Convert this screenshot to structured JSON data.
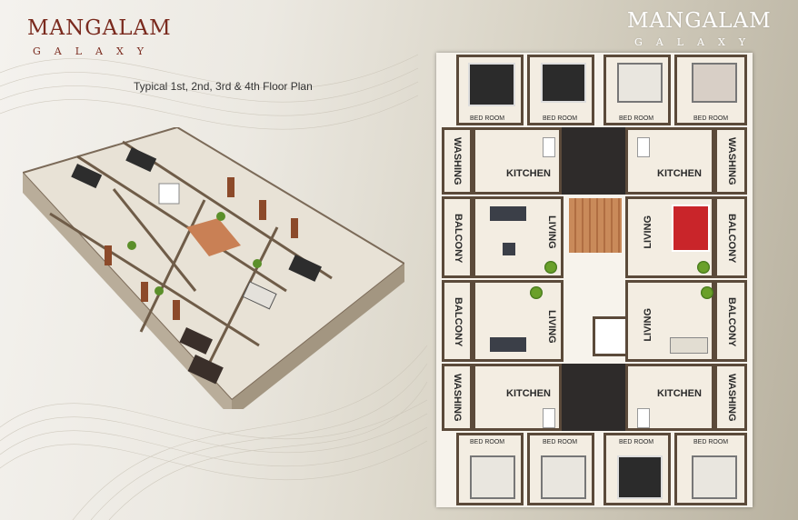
{
  "brand": {
    "name": "MANGALAM",
    "subname": "GALAXY"
  },
  "subtitle": "Typical 1st, 2nd, 3rd & 4th Floor Plan",
  "plan": {
    "top_bedrooms": [
      "BED ROOM",
      "BED ROOM",
      "BED ROOM",
      "BED ROOM"
    ],
    "bottom_bedrooms": [
      "BED ROOM",
      "BED ROOM",
      "BED ROOM",
      "BED ROOM"
    ],
    "washing": "WASHING",
    "kitchen": "KITCHEN",
    "balcony": "BALCONY",
    "living": "LIVING"
  },
  "colors": {
    "brand_left": "#7a2a1e",
    "brand_right": "#ffffff",
    "wall": "#5b4a3a"
  }
}
